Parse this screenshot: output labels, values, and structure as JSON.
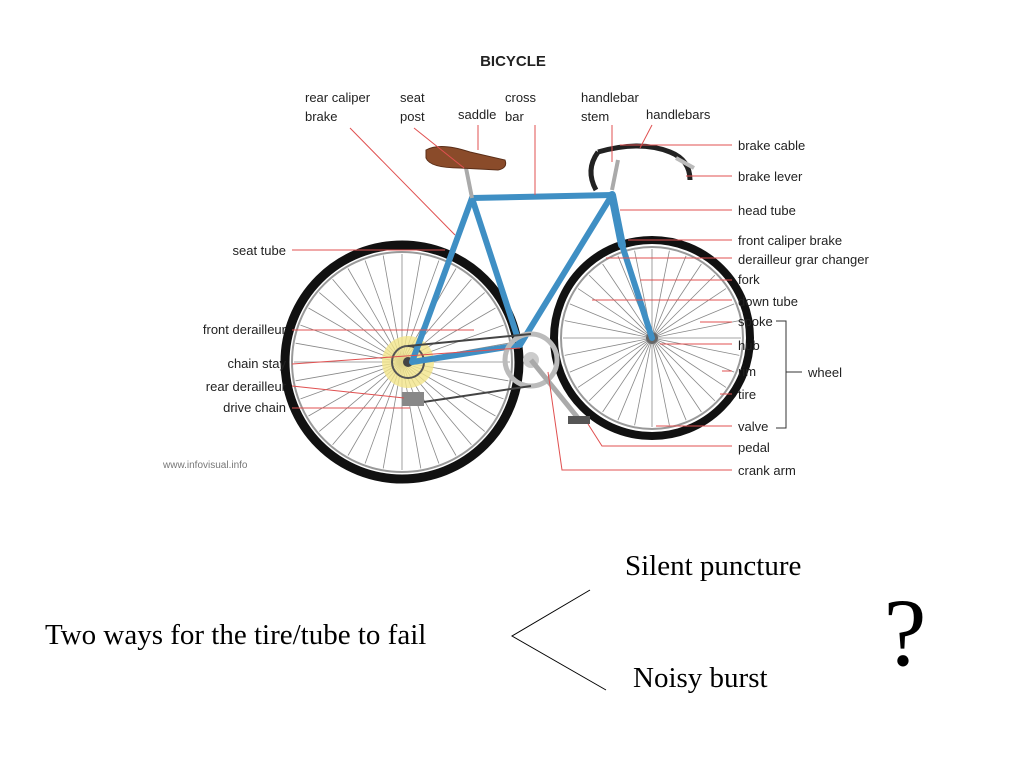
{
  "diagram": {
    "title": "BICYCLE",
    "watermark": "www.infovisual.info",
    "labels": {
      "rear_caliper_1": "rear caliper",
      "rear_caliper_2": "brake",
      "seat_post_1": "seat",
      "seat_post_2": "post",
      "saddle": "saddle",
      "cross_bar_1": "cross",
      "cross_bar_2": "bar",
      "handlebar_stem_1": "handlebar",
      "handlebar_stem_2": "stem",
      "handlebars": "handlebars",
      "brake_cable": "brake cable",
      "brake_lever": "brake lever",
      "head_tube": "head tube",
      "front_caliper_brake": "front caliper brake",
      "derailleur_gear_changer": "derailleur grar changer",
      "fork": "fork",
      "down_tube": "down tube",
      "spoke": "spoke",
      "hub": "hub",
      "rim": "rim",
      "tire": "tire",
      "valve": "valve",
      "pedal": "pedal",
      "crank_arm": "crank arm",
      "wheel": "wheel",
      "seat_tube": "seat tube",
      "front_derailleur": "front derailleur",
      "chain_stay": "chain stay",
      "rear_derailleur": "rear derailleur",
      "drive_chain": "drive chain"
    }
  },
  "slide": {
    "statement": "Two ways for the tire/tube to fail",
    "option_1": "Silent puncture",
    "option_2": "Noisy burst",
    "question_mark": "?"
  },
  "colors": {
    "frame": "#3f8fc4",
    "leader": "#e05050",
    "saddle": "#8a4b2a",
    "tire": "#111111"
  }
}
